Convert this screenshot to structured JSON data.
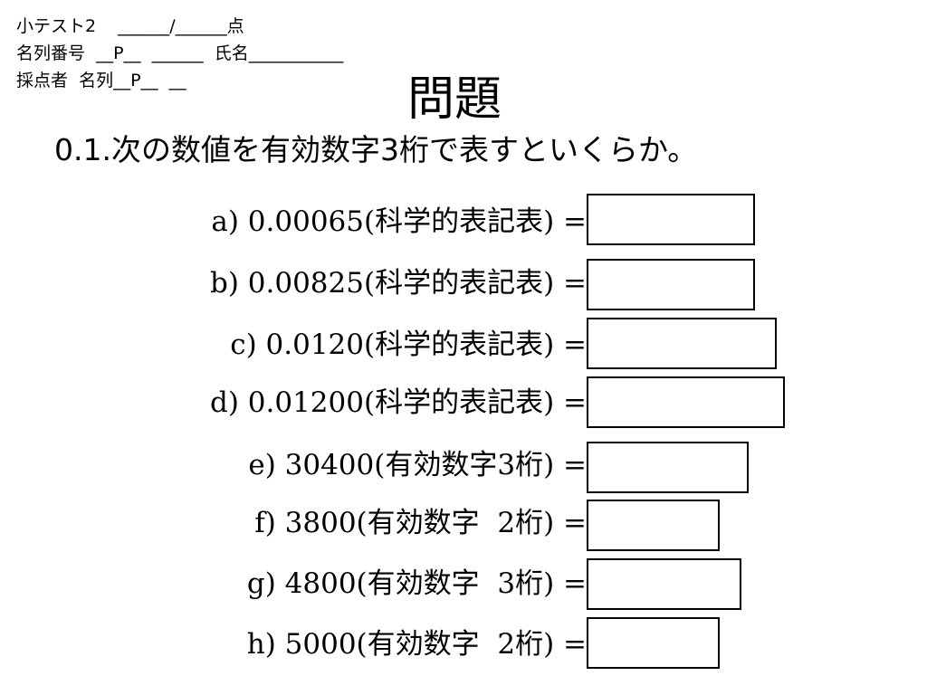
{
  "header": {
    "line1": "小テスト2    ______/______点",
    "line2": "名列番号  __P__  ______  氏名___________",
    "line3": "採点者  名列__P__  __"
  },
  "title": "問題",
  "question": "0.1.次の数値を有効数字3桁で表すといくらか。",
  "problems": [
    {
      "text": "a) 0.00065(科学的表記表) =",
      "answer": ""
    },
    {
      "text": "b) 0.00825(科学的表記表) =",
      "answer": ""
    },
    {
      "text": "c) 0.0120(科学的表記表) =",
      "answer": ""
    },
    {
      "text": "d) 0.01200(科学的表記表) =",
      "answer": ""
    },
    {
      "text": "e) 30400(有効数字3桁) =",
      "answer": ""
    },
    {
      "text": "f) 3800(有効数字  2桁) =",
      "answer": ""
    },
    {
      "text": "g) 4800(有効数字  3桁) =",
      "answer": ""
    },
    {
      "text": "h) 5000(有効数字  2桁) =",
      "answer": ""
    }
  ]
}
